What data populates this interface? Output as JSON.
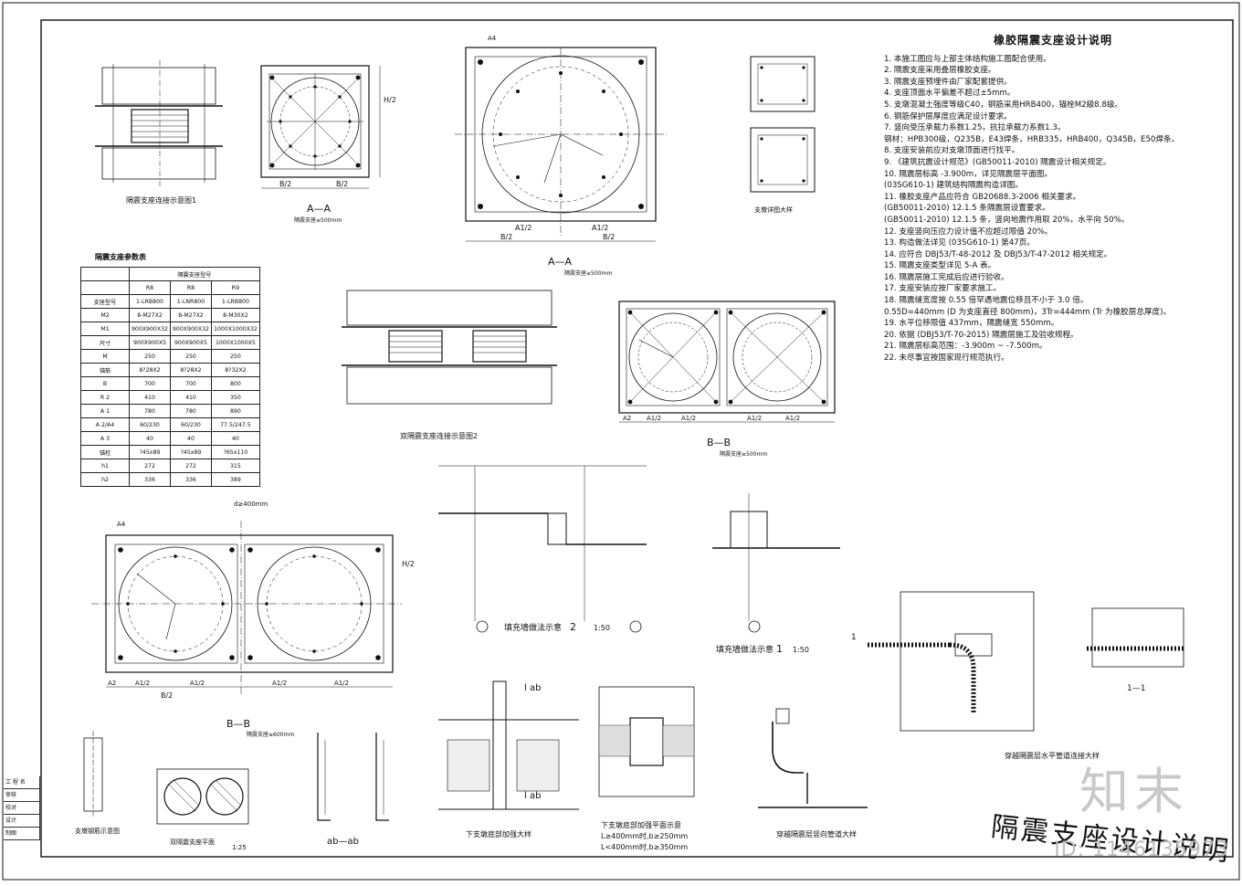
{
  "notes": {
    "title": "橡胶隔震支座设计说明",
    "lines": [
      "1.  本施工图应与上部主体结构施工图配合使用。",
      "2.  隔震支座采用叠层橡胶支座。",
      "3.  隔震支座预埋件由厂家配套提供。",
      "4.  支座顶面水平偏差不超过±5mm。",
      "5.  支墩混凝土强度等级C40，钢筋采用HRB400，锚栓M2級8.8级。",
      "6.  钢筋保护层厚度应满足设计要求。",
      "7.  竖向受压承载力系数1.25，抗拉承载力系数1.3。",
      "    钢材：HPB300级，Q235B，E43焊条，HRB335，HRB400，Q345B，E50焊条。",
      "8.  支座安装前应对支墩顶面进行找平。",
      "9.  《建筑抗震设计规范》(GB50011-2010) 隔震设计相关规定。",
      "10. 隔震层标高 -3.900m，详见隔震层平面图。",
      "    (03SG610-1) 建筑结构隔震构造详图。",
      "11. 橡胶支座产品应符合 GB20688.3-2006 相关要求。",
      "    (GB50011-2010) 12.1.5 条隔震层设置要求。",
      "    (GB50011-2010) 12.1.5 条，竖向地震作用取 20%，水平向 50%。",
      "12. 支座竖向压应力设计值不应超过限值 20%。",
      "13. 构造做法详见 (03SG610-1) 第47页。",
      "14. 应符合 DBJ53/T-48-2012 及 DBJ53/T-47-2012 相关规定。",
      "15. 隔震支座类型详见 5-A 表。",
      "16. 隔震层施工完成后应进行验收。",
      "17. 支座安装应按厂家要求施工。",
      "18. 隔震缝宽度按 0.55 倍罕遇地震位移且不小于 3.0 倍。",
      "    0.55D=440mm (D 为支座直径 800mm)，3Tr=444mm (Tr 为橡胶层总厚度)。",
      "19. 水平位移限值 437mm，隔震缝宽 550mm。",
      "20. 依据 (DBJ53/T-70-2015) 隔震层施工及验收规程。",
      "21. 隔震层标高范围：-3.900m ~ -7.500m。",
      "22. 未尽事宜按国家现行规范执行。"
    ]
  },
  "table": {
    "caption": "隔震支座参数表",
    "header_group": "隔震支座型号",
    "columns": [
      "R8",
      "R8",
      "R9"
    ],
    "rows": [
      {
        "label": "支座型号",
        "values": [
          "1-LRB800",
          "1-LNR800",
          "1-LRB800"
        ]
      },
      {
        "label": "M2",
        "values": [
          "8-M27X2",
          "8-M27X2",
          "8-M30X2"
        ]
      },
      {
        "label": "M1",
        "values": [
          "900X900X32",
          "900X900X32",
          "1000X1000X32"
        ]
      },
      {
        "label": "尺寸",
        "values": [
          "900X900X5",
          "900X900X5",
          "1000X1000X5"
        ]
      },
      {
        "label": "M",
        "values": [
          "250",
          "250",
          "250"
        ]
      },
      {
        "label": "锚筋",
        "values": [
          "8?28X2",
          "8?28X2",
          "8?32X2"
        ]
      },
      {
        "label": "B",
        "values": [
          "700",
          "700",
          "800"
        ]
      },
      {
        "label": "R 2",
        "values": [
          "410",
          "410",
          "350"
        ]
      },
      {
        "label": "A 1",
        "values": [
          "780",
          "780",
          "890"
        ]
      },
      {
        "label": "A 2/A4",
        "values": [
          "60/230",
          "60/230",
          "77.5/247.5"
        ]
      },
      {
        "label": "A 3",
        "values": [
          "40",
          "40",
          "40"
        ]
      },
      {
        "label": "锚栓",
        "values": [
          "?45x89",
          "?45x89",
          "?65x110"
        ]
      },
      {
        "label": "h1",
        "values": [
          "272",
          "272",
          "315"
        ]
      },
      {
        "label": "h2",
        "values": [
          "336",
          "336",
          "389"
        ]
      }
    ]
  },
  "labels": {
    "conn1": "隔震支座连接示意图1",
    "conn2": "双隔震支座连接示意图2",
    "aa1": "A—A",
    "aa1_note": "隔震支座≤500mm",
    "aa2": "A—A",
    "aa2_note": "隔震支座≥500mm",
    "bb1": "B—B",
    "bb1_note": "隔震支座≥500mm",
    "bb2": "B—B",
    "bb2_note": "隔震支座≥600mm",
    "dim_b2": "B/2",
    "dim_a12": "A1/2",
    "dim_a2": "A2",
    "dim_h2": "H/2",
    "dim_a4": "A4",
    "d400": "d≥400mm",
    "fill1": "填充墙做法示意",
    "fill1_num": "1",
    "fill2": "填充墙做法示意",
    "fill2_num": "2",
    "scale": "1:50",
    "bar_detail": "支墩钢筋示意图",
    "lab": "l ab",
    "abab": "ab—ab",
    "lower_pier": "下支墩底部加强大样",
    "lower_plan": "下支墩底部加强平面示意",
    "rule1": "L≥400mm时,b≥250mm",
    "rule2": "L<400mm时,b≥350mm",
    "pipe_v": "穿越隔震层竖向管道大样",
    "pipe_h": "穿越隔震层水平管道连接大样",
    "sec11": "1—1",
    "mark1": "1",
    "double_support": "双隔震支座平面",
    "double_scale": "1:25",
    "pier_detail": "支墩详图大样",
    "main_title": "隔震支座设计说明"
  },
  "title_block": [
    "工 程 名",
    "审核",
    "校对",
    "设计",
    "制图"
  ],
  "watermark": {
    "brand": "知末",
    "id": "ID: 1146135973"
  }
}
